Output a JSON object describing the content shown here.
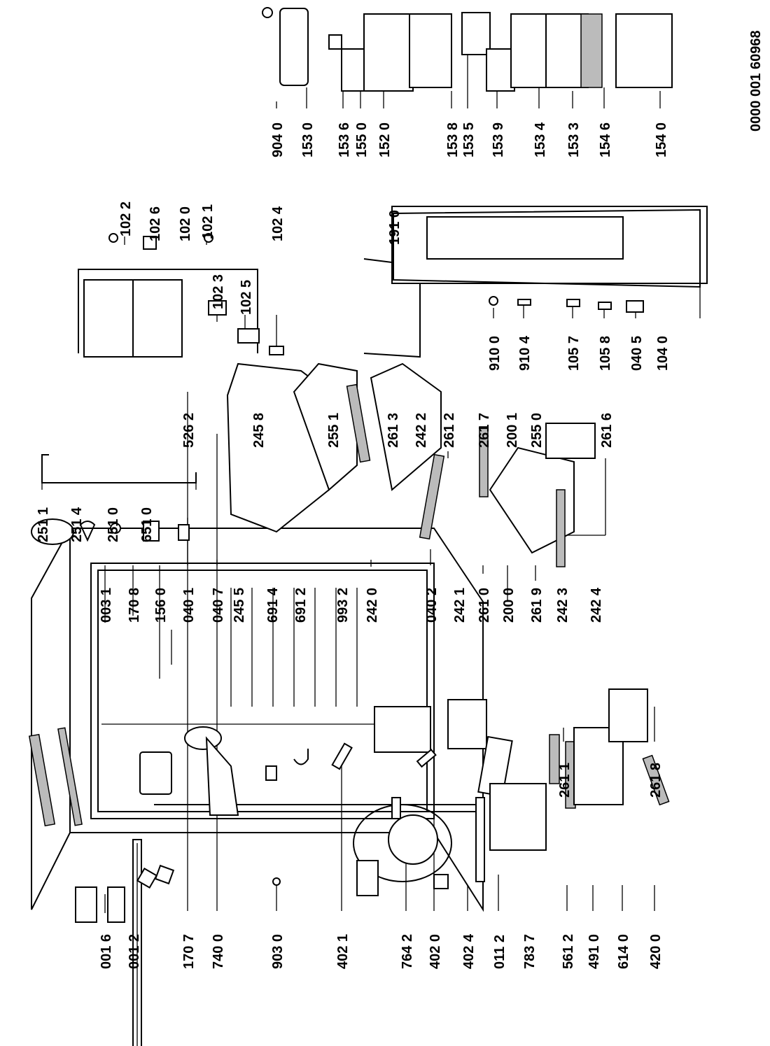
{
  "document_number": "0000 001 60968",
  "part_labels": [
    "001 6",
    "001 2",
    "170 7",
    "740 0",
    "903 0",
    "402 1",
    "764 2",
    "402 0",
    "402 4",
    "011 2",
    "783 7",
    "561 2",
    "491 0",
    "614 0",
    "420 0",
    "003 1",
    "170 8",
    "156 0",
    "040 1",
    "040 7",
    "245 5",
    "691 4",
    "691 2",
    "993 2",
    "242 0",
    "040 2",
    "242 1",
    "261 0",
    "200 0",
    "261 9",
    "242 3",
    "242 4",
    "261 1",
    "261 8",
    "251 1",
    "251 4",
    "251 0",
    "651 0",
    "526 2",
    "245 8",
    "255 1",
    "261 3",
    "242 2",
    "261 2",
    "261 7",
    "200 1",
    "255 0",
    "261 6",
    "102 2",
    "102 6",
    "102 0",
    "102 1",
    "102 3",
    "102 5",
    "102 4",
    "191 0",
    "910 0",
    "910 4",
    "105 7",
    "105 8",
    "040 5",
    "104 0",
    "904 0",
    "153 0",
    "153 6",
    "155 0",
    "152 0",
    "153 8",
    "153 5",
    "153 9",
    "153 4",
    "153 3",
    "154 6",
    "154 0"
  ]
}
